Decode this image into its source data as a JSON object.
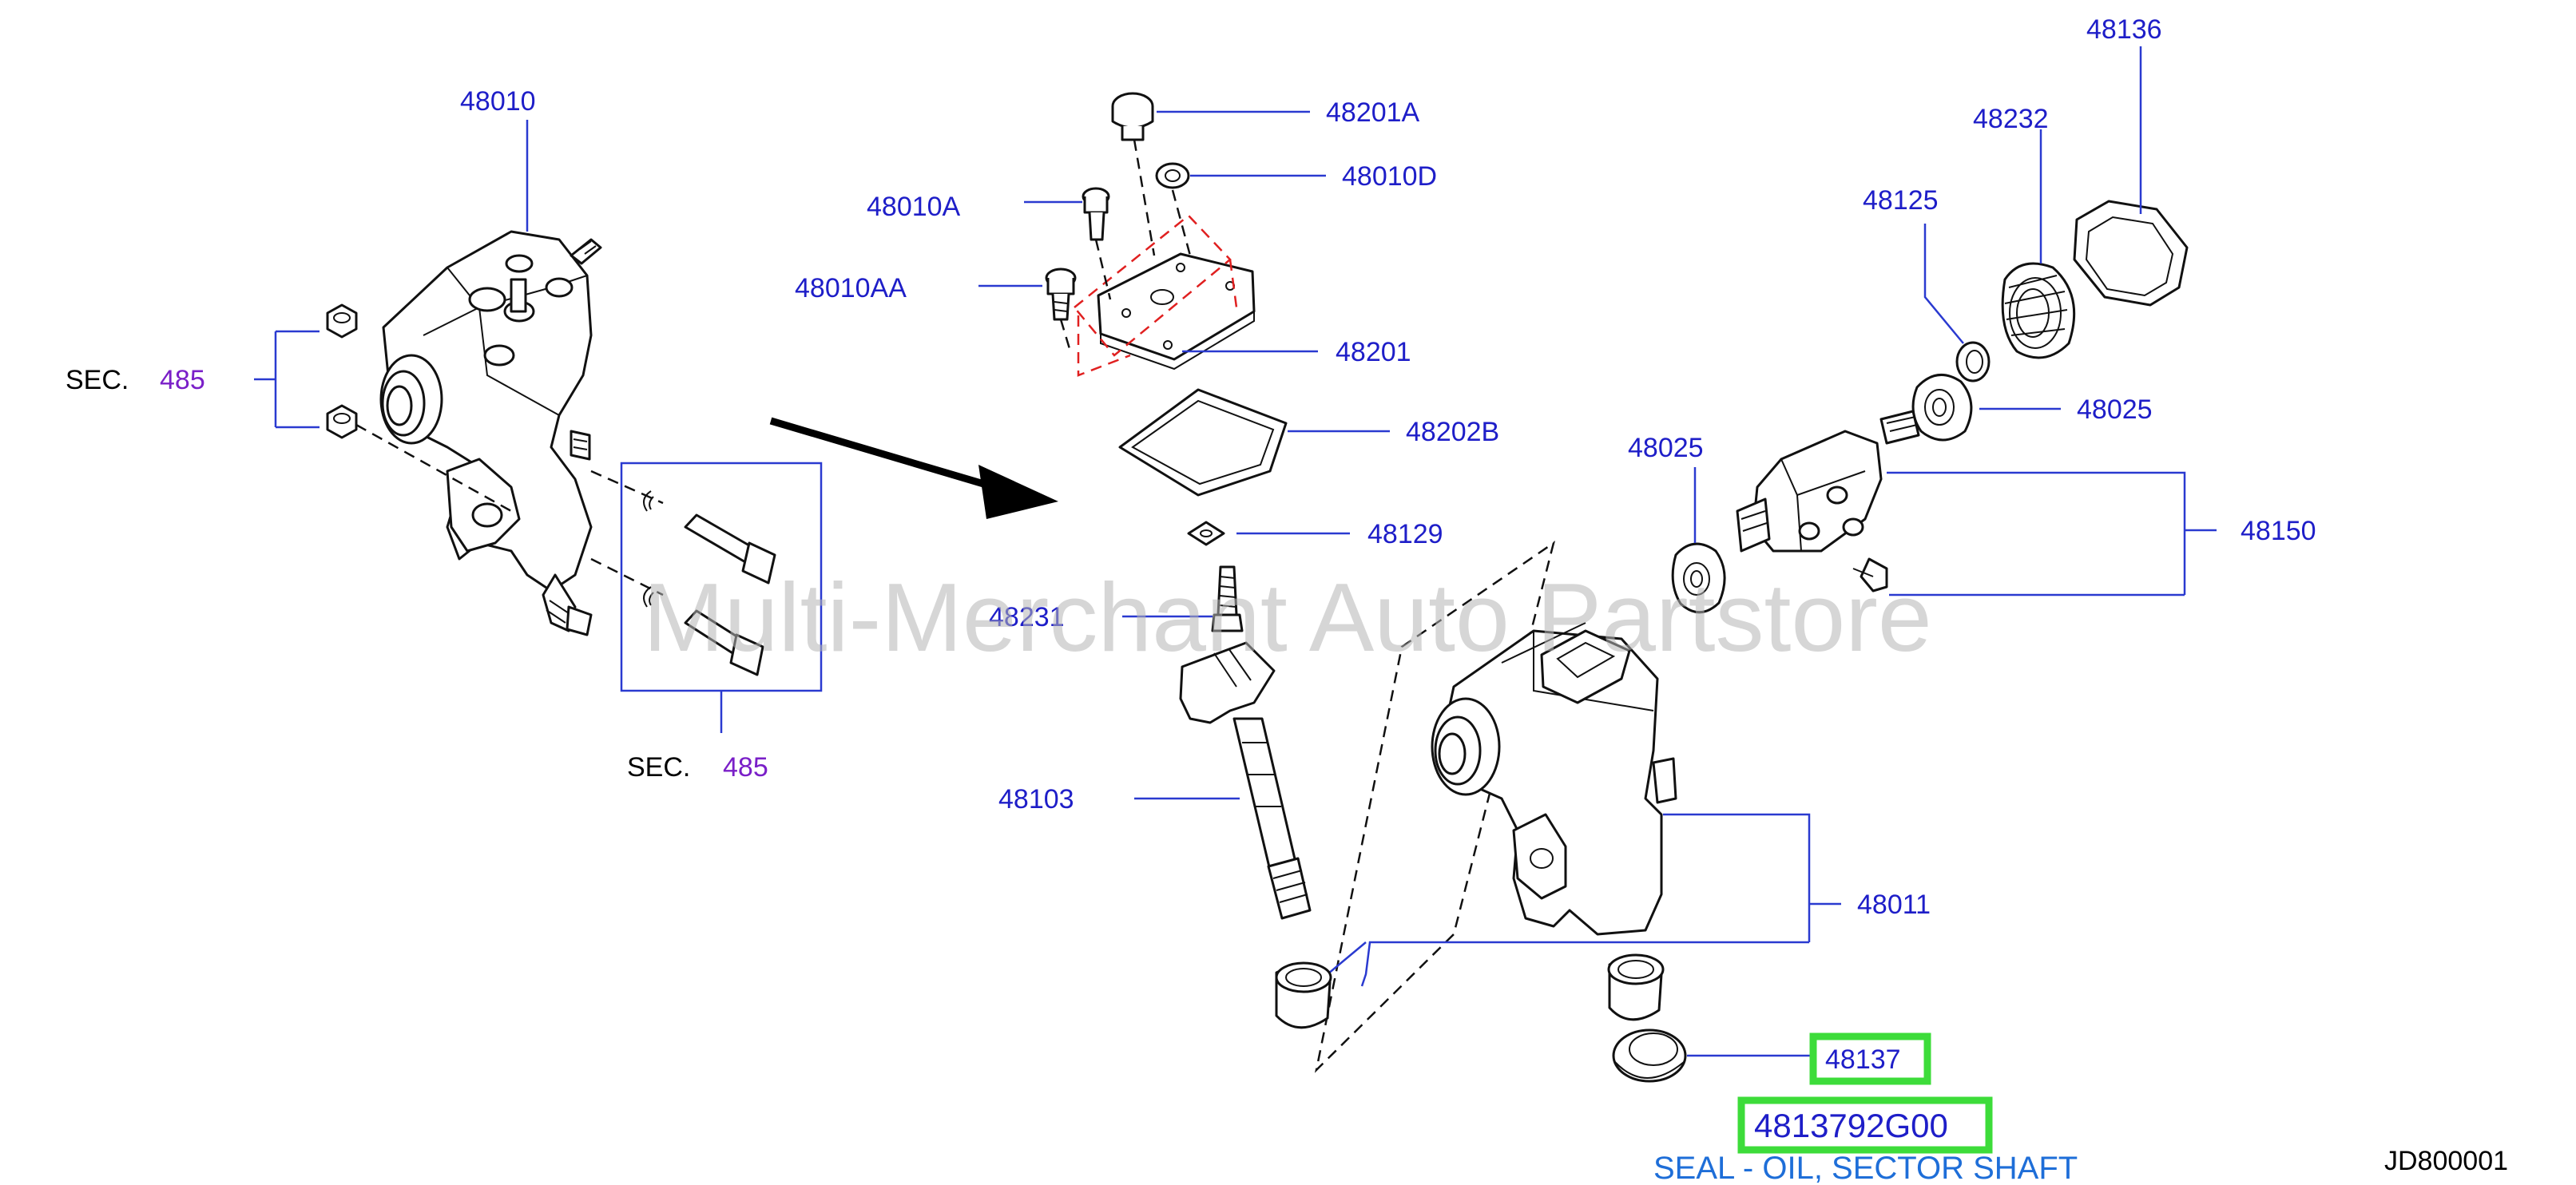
{
  "labels": {
    "p48010": "48010",
    "p48201A": "48201A",
    "p48010D": "48010D",
    "p48010A": "48010A",
    "p48010AA": "48010AA",
    "p48201": "48201",
    "p48202B": "48202B",
    "p48129": "48129",
    "p48231": "48231",
    "p48103": "48103",
    "p48136": "48136",
    "p48232": "48232",
    "p48125": "48125",
    "p48025_right": "48025",
    "p48025_left": "48025",
    "p48150": "48150",
    "p48011": "48011",
    "p48137": "48137"
  },
  "sections": {
    "sec_text": "SEC.",
    "top_number": "485",
    "bottom_number": "485"
  },
  "highlight": {
    "part_number": "4813792G00",
    "description": "SEAL - OIL, SECTOR SHAFT",
    "box_color": "#3ddc3a"
  },
  "watermark": "Multi-Merchant Auto Partstore",
  "diagram_code": "JD800001",
  "colors": {
    "label": "#1e1ec8",
    "section_number": "#7a1fc8",
    "caption": "#1e6ed8",
    "leader": "#2a3ad0",
    "red_dash": "#e02020"
  }
}
